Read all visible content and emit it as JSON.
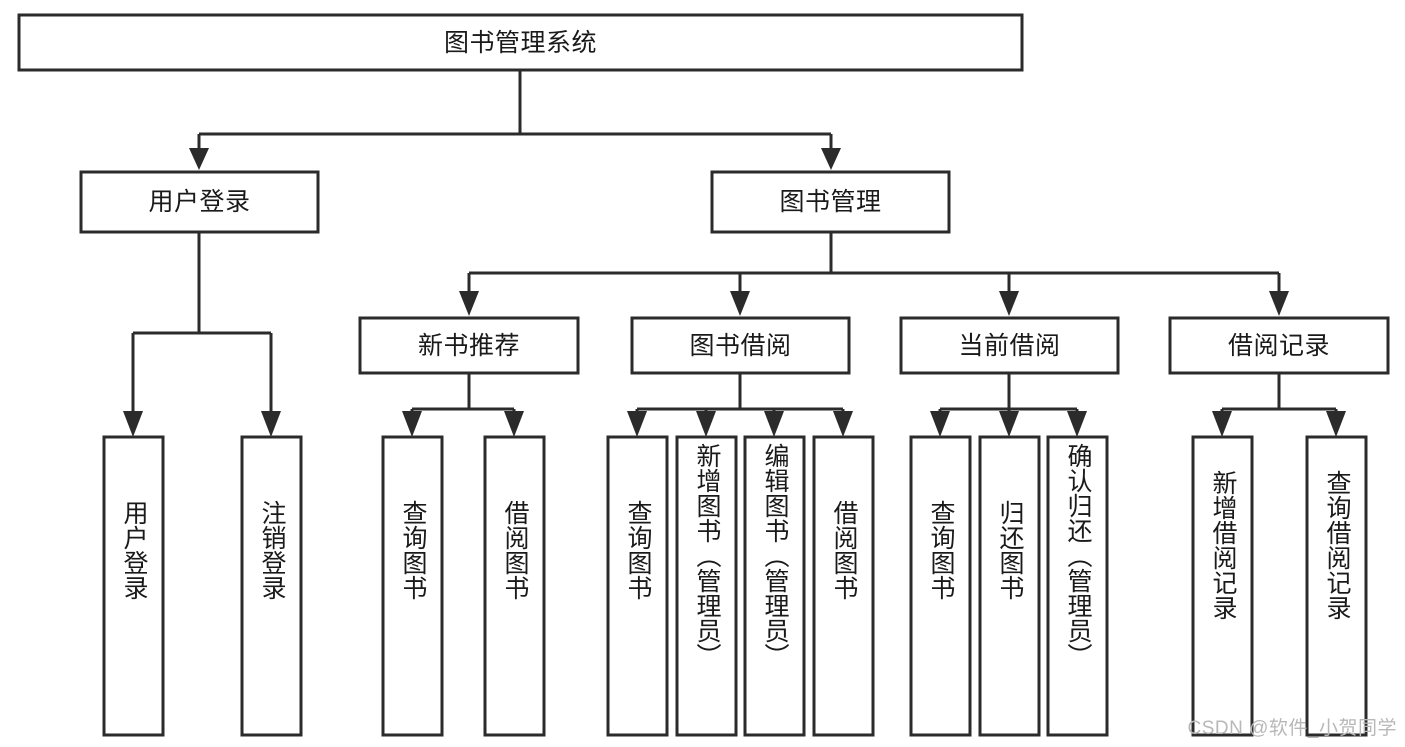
{
  "diagram": {
    "type": "tree",
    "title": "图书管理系统",
    "root": {
      "id": "root",
      "label": "图书管理系统"
    },
    "level2": [
      {
        "id": "user-login",
        "label": "用户登录"
      },
      {
        "id": "book-manage",
        "label": "图书管理"
      }
    ],
    "level3": [
      {
        "id": "new-book-rec",
        "label": "新书推荐",
        "parent": "book-manage"
      },
      {
        "id": "book-borrow",
        "label": "图书借阅",
        "parent": "book-manage"
      },
      {
        "id": "current-borrow",
        "label": "当前借阅",
        "parent": "book-manage"
      },
      {
        "id": "borrow-record",
        "label": "借阅记录",
        "parent": "book-manage"
      }
    ],
    "leaves": [
      {
        "id": "leaf-user-login",
        "label": "用户登录",
        "parent": "user-login"
      },
      {
        "id": "leaf-logout",
        "label": "注销登录",
        "parent": "user-login"
      },
      {
        "id": "leaf-query-book-1",
        "label": "查询图书",
        "parent": "new-book-rec"
      },
      {
        "id": "leaf-borrow-book-1",
        "label": "借阅图书",
        "parent": "new-book-rec"
      },
      {
        "id": "leaf-query-book-2",
        "label": "查询图书",
        "parent": "book-borrow"
      },
      {
        "id": "leaf-add-book",
        "label": "新增图书（管理员）",
        "parent": "book-borrow"
      },
      {
        "id": "leaf-edit-book",
        "label": "编辑图书（管理员）",
        "parent": "book-borrow"
      },
      {
        "id": "leaf-borrow-book-2",
        "label": "借阅图书",
        "parent": "book-borrow"
      },
      {
        "id": "leaf-query-book-3",
        "label": "查询图书",
        "parent": "current-borrow"
      },
      {
        "id": "leaf-return-book",
        "label": "归还图书",
        "parent": "current-borrow"
      },
      {
        "id": "leaf-confirm-return",
        "label": "确认归还（管理员）",
        "parent": "current-borrow"
      },
      {
        "id": "leaf-add-record",
        "label": "新增借阅记录",
        "parent": "borrow-record"
      },
      {
        "id": "leaf-query-record",
        "label": "查询借阅记录",
        "parent": "borrow-record"
      }
    ],
    "colors": {
      "stroke": "#2b2b2b",
      "fill": "#ffffff",
      "text": "#1a1a1a",
      "watermark": "#b8b8b8",
      "background": "#ffffff"
    }
  },
  "watermark": {
    "text": "CSDN @软件_小贺同学"
  }
}
